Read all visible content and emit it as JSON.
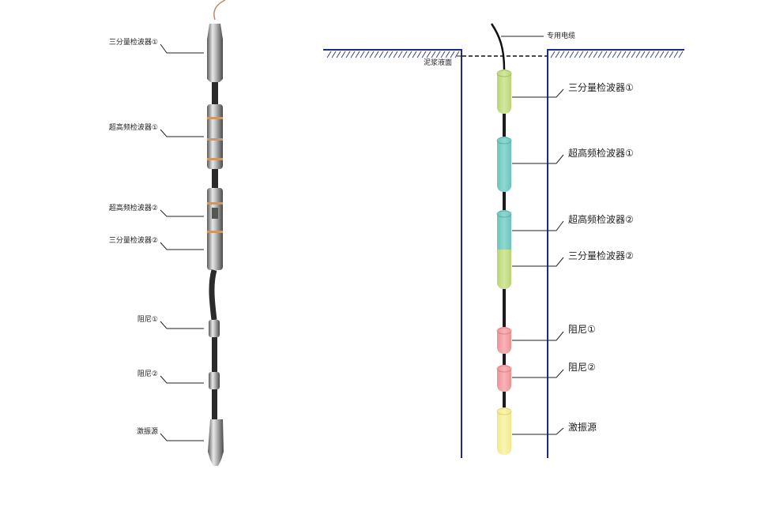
{
  "photo_labels": [
    "三分量检波器①",
    "超高频检波器①",
    "超高频检波器②",
    "三分量检波器②",
    "阻尼①",
    "阻尼②",
    "激振源"
  ],
  "schematic": {
    "cable_label": "专用电缆",
    "mud_label": "泥浆液面",
    "labels": [
      "三分量检波器①",
      "超高频检波器①",
      "超高频检波器②",
      "三分量检波器②",
      "阻尼①",
      "阻尼②",
      "激振源"
    ]
  },
  "colors": {
    "green": "#c9df8a",
    "teal": "#7ecfc9",
    "pink": "#f4a3a8",
    "yellow": "#f7f0a0",
    "wall": "#1f2a8a"
  }
}
